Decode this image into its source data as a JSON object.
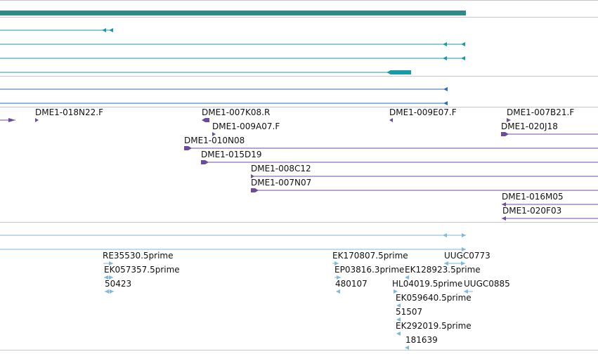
{
  "colors": {
    "gene_teal": "#2e8b87",
    "transcript_teal": "#1a9aa6",
    "clone_purple": "#6a4c9c",
    "est_lightblue": "#7fb9dd",
    "separator_gray": "#c8c8c8"
  },
  "clone_tracks": {
    "labels": [
      "DME1-018N22.F",
      "DME1-007K08.R",
      "DME1-009E07.F",
      "DME1-007B21.F",
      "DME1-009A07.F",
      "DME1-020J18",
      "DME1-010N08",
      "DME1-015D19",
      "DME1-008C12",
      "DME1-007N07",
      "DME1-016M05",
      "DME1-020F03"
    ]
  },
  "est_tracks": {
    "labels": [
      "RE35530.5prime",
      "EK170807.5prime",
      "UUGC0773",
      "EK057357.5prime",
      "EP03816.3prime",
      "EK128923.5prime",
      "50423",
      "480107",
      "HL04019.5prime",
      "UUGC0885",
      "EK059640.5prime",
      "51507",
      "EK292019.5prime",
      "181639"
    ]
  }
}
